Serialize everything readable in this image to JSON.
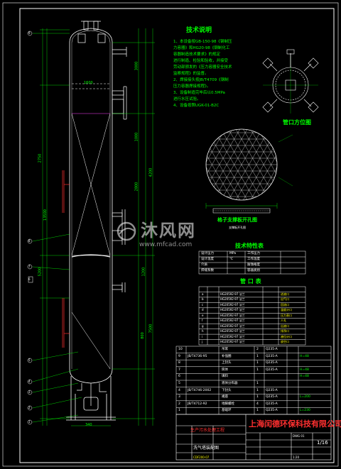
{
  "tech_notes": {
    "title": "技术说明",
    "lines": [
      "1、本设备按GB-150-98《钢制压",
      "力容器》和HG20-98《钢制化工",
      "容器制造技术要求》的规定",
      "进行制造、检验和验收，并接受",
      "劳动部颁发的《压力容器安全技术",
      "监察规程》的监督。",
      "2、焊接接头按JB/T4709《钢制",
      "压力容器焊接规程》。",
      "3、设备制造完毕后以0.5MPa",
      "进行水压试验。",
      "4、设备按照UGK-01-B2C"
    ]
  },
  "nozzle_orientation_title": "管口方位图",
  "hole_plate_title": "格子支撑板开孔图",
  "hole_plate_caption": "支撑板开孔图",
  "spec_table": {
    "title": "技术特性表",
    "rows": [
      [
        "设计压力",
        "MPa",
        "工作压力",
        ""
      ],
      [
        "设计温度",
        "℃",
        "工作温度",
        ""
      ],
      [
        "介质",
        "",
        "腐蚀裕度",
        ""
      ],
      [
        "焊缝系数",
        "",
        "容器类别",
        ""
      ]
    ]
  },
  "nozzle_table": {
    "title": "管 口 表",
    "rows": [
      [
        "a",
        "",
        "HG20592-97 法兰",
        "",
        "进液口"
      ],
      [
        "b",
        "",
        "HG20592-97 法兰",
        "",
        "出气口"
      ],
      [
        "c",
        "",
        "HG20592-97 法兰",
        "",
        "回流口"
      ],
      [
        "d",
        "",
        "HG20592-97 法兰",
        "",
        "温度计口"
      ],
      [
        "e",
        "",
        "HG20592-97 法兰",
        "",
        "压力表口"
      ],
      [
        "f",
        "",
        "HG20592-97 法兰",
        "",
        "人孔"
      ],
      [
        "g",
        "",
        "HG20592-97 法兰",
        "",
        "出液口"
      ],
      [
        "h",
        "",
        "HG20592-97 法兰",
        "",
        "排净口"
      ],
      [
        "i",
        "",
        "HG20592-97 法兰",
        "",
        "液位计口"
      ],
      [
        "j",
        "",
        "HG20592-97 法兰",
        "",
        "放空口"
      ]
    ]
  },
  "parts_list": {
    "rows": [
      [
        "10",
        "",
        "吊耳",
        "2",
        "Q235-A",
        "",
        ""
      ],
      [
        "9",
        "JB/T4736-95",
        "补强圈",
        "1",
        "Q235-A",
        "",
        "H=48"
      ],
      [
        "8",
        "",
        "上封头",
        "1",
        "Q235-A",
        "",
        ""
      ],
      [
        "7",
        "",
        "筒体",
        "1",
        "Q235-A",
        "",
        "H=48"
      ],
      [
        "6",
        "",
        "填料",
        "",
        "",
        "",
        "H=48"
      ],
      [
        "5",
        "",
        "液体分布器",
        "1",
        "",
        "",
        ""
      ],
      [
        "4",
        "JB/T4746-2002",
        "下封头",
        "1",
        "Q235-A",
        "",
        ""
      ],
      [
        "3",
        "",
        "裙座",
        "1",
        "Q235-A",
        "",
        "L=200"
      ],
      [
        "2",
        "JB/T4712-92",
        "地脚螺栓",
        "4",
        "Q235-A",
        "",
        ""
      ],
      [
        "1",
        "",
        "基础环",
        "1",
        "Q235-A",
        "",
        "L=230"
      ]
    ]
  },
  "title_block": {
    "company": "上海闰德环保科技有限公司",
    "project": "生产污水处理工程",
    "drawing_name": "洗气塔装配图",
    "drawing_no": "DWG 01",
    "page": "1/16",
    "sheet_no": "CDF200-07",
    "scale": "1:20"
  },
  "watermark": {
    "brand": "沐风网",
    "url": "www.mfcad.com"
  },
  "dims": {
    "d1": "3000",
    "d2": "1000",
    "d3": "2800",
    "d4": "1200",
    "d5": "4200",
    "d6": "800",
    "d7": "7500",
    "d8": "2750",
    "d9": "5200",
    "d10": "13500",
    "d11": "340",
    "d12": "1600"
  },
  "markers": [
    "9",
    "8",
    "7",
    "6",
    "5",
    "4",
    "3",
    "2",
    "1"
  ],
  "colors": {
    "outline": "#ffffff",
    "dim": "#00ff00",
    "text": "#ffff00",
    "accent": "#ff00ff",
    "cyan": "#00ffff",
    "red": "#ff3030"
  }
}
